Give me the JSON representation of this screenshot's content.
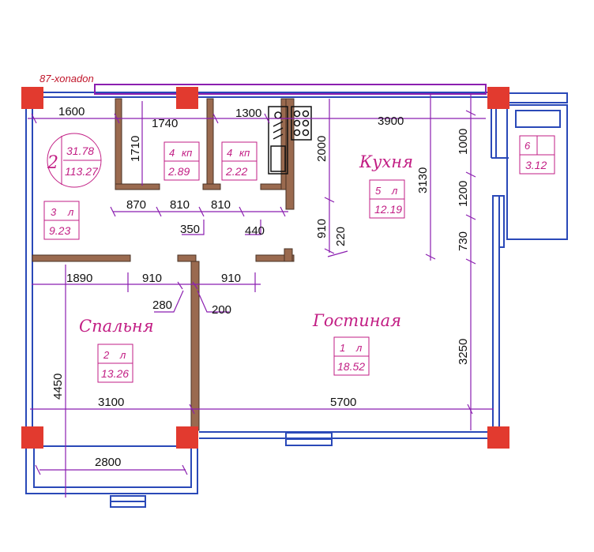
{
  "plan": {
    "title": "87-xonadon",
    "colors": {
      "wall_blue": "#2a49b8",
      "column_red": "#e23a2f",
      "dim_purple": "#8b1fb0",
      "tag_magenta": "#c21e84",
      "brown": "#9a6a4f"
    },
    "summary": {
      "index": "2",
      "living_area": "31.78",
      "total_area": "113.27"
    },
    "rooms": [
      {
        "name": "Кухня",
        "num": "5",
        "suffix": "л",
        "area": "12.19"
      },
      {
        "name": "Спальня",
        "num": "2",
        "suffix": "л",
        "area": "13.26"
      },
      {
        "name": "Гостиная",
        "num": "1",
        "suffix": "л",
        "area": "18.52"
      },
      {
        "name": "",
        "num": "3",
        "suffix": "л",
        "area": "9.23"
      },
      {
        "name": "",
        "num": "4",
        "suffix": "кп",
        "area": "2.89"
      },
      {
        "name": "",
        "num": "4",
        "suffix": "кп",
        "area": "2.22"
      },
      {
        "name": "",
        "num": "6",
        "suffix": "",
        "area": "3.12"
      }
    ],
    "dims": {
      "d1600": "1600",
      "d1740": "1740",
      "d1300": "1300",
      "d3900": "3900",
      "d1710": "1710",
      "d2000": "2000",
      "d3130": "3130",
      "d1000": "1000",
      "d1200": "1200",
      "d730": "730",
      "d870": "870",
      "d810a": "810",
      "d810b": "810",
      "d350": "350",
      "d440": "440",
      "d910v": "910",
      "d220": "220",
      "d1890": "1890",
      "d910a": "910",
      "d910b": "910",
      "d280": "280",
      "d200": "200",
      "d4450": "4450",
      "d3250": "3250",
      "d3100": "3100",
      "d5700": "5700",
      "d2800": "2800"
    }
  }
}
